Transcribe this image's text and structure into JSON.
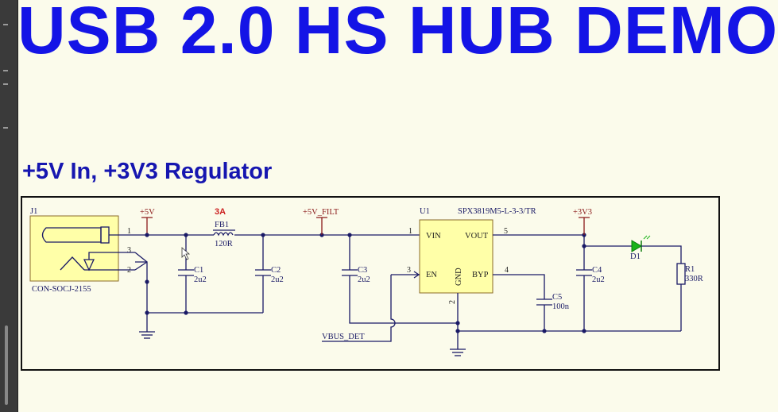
{
  "header": {
    "title": "USB 2.0 HS HUB DEMO",
    "section": "+5V In, +3V3 Regulator"
  },
  "schematic": {
    "nets": {
      "v5": "+5V",
      "v5_filt": "+5V_FILT",
      "v3v3": "+3V3",
      "vbus_det": "VBUS_DET"
    },
    "current_note": "3A",
    "j1": {
      "designator": "J1",
      "part": "CON-SOCJ-2155",
      "pin1": "1",
      "pin2": "2",
      "pin3": "3"
    },
    "fb1": {
      "designator": "FB1",
      "value": "120R"
    },
    "c1": {
      "designator": "C1",
      "value": "2u2"
    },
    "c2": {
      "designator": "C2",
      "value": "2u2"
    },
    "c3": {
      "designator": "C3",
      "value": "2u2"
    },
    "c4": {
      "designator": "C4",
      "value": "2u2"
    },
    "c5": {
      "designator": "C5",
      "value": "100n"
    },
    "u1": {
      "designator": "U1",
      "part": "SPX3819M5-L-3-3/TR",
      "pins": {
        "vin": {
          "name": "VIN",
          "num": "1"
        },
        "vout": {
          "name": "VOUT",
          "num": "5"
        },
        "en": {
          "name": "EN",
          "num": "3"
        },
        "byp": {
          "name": "BYP",
          "num": "4"
        },
        "gnd": {
          "name": "GND",
          "num": "2"
        }
      }
    },
    "d1": {
      "designator": "D1"
    },
    "r1": {
      "designator": "R1",
      "value": "330R"
    }
  },
  "colors": {
    "title": "#1414e6",
    "section": "#1616b0",
    "wire": "#1a1a66",
    "power": "#8b1a1a",
    "component_fill": "#ffffa8",
    "led": "#19b319",
    "current_note": "#cc2222"
  }
}
